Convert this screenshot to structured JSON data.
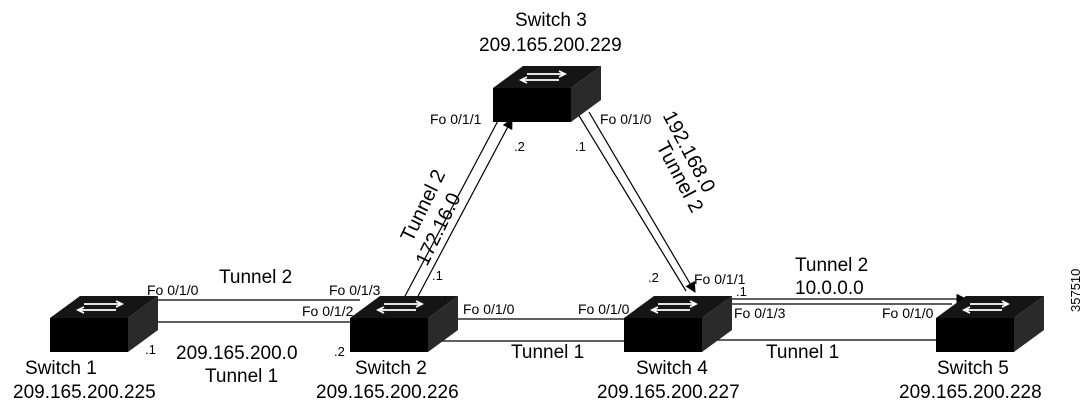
{
  "switches": [
    {
      "name": "Switch 1",
      "ip": "209.165.200.225"
    },
    {
      "name": "Switch 2",
      "ip": "209.165.200.226"
    },
    {
      "name": "Switch 3",
      "ip": "209.165.200.229"
    },
    {
      "name": "Switch 4",
      "ip": "209.165.200.227"
    },
    {
      "name": "Switch 5",
      "ip": "209.165.200.228"
    }
  ],
  "links": {
    "s1_s2": {
      "tunnel_top": "Tunnel 2",
      "tunnel_bottom": "Tunnel 1",
      "network": "209.165.200.0",
      "s1_port": "Fo 0/1/0",
      "s1_host": ".1",
      "s2_port_top": "Fo 0/1/3",
      "s2_port_mid": "Fo 0/1/2",
      "s2_host": ".2"
    },
    "s2_s3": {
      "tunnel": "Tunnel 2",
      "network": "172.16.0",
      "s3_port": "Fo 0/1/1",
      "s3_host": ".2",
      "s2_host": ".1"
    },
    "s3_s4": {
      "tunnel": "Tunnel 2",
      "network": "192.168.0",
      "s3_port": "Fo 0/1/0",
      "s3_host": ".1",
      "s4_port": "Fo 0/1/1",
      "s4_host": ".2"
    },
    "s2_s4": {
      "tunnel": "Tunnel 1",
      "s2_port": "Fo 0/1/0",
      "s4_port": "Fo 0/1/0"
    },
    "s4_s5": {
      "tunnel_top": "Tunnel 2",
      "network": "10.0.0.0",
      "tunnel_bottom": "Tunnel 1",
      "s4_host": ".1",
      "s4_port": "Fo 0/1/3",
      "s5_port": "Fo 0/1/0"
    }
  },
  "figure_id": "357510"
}
